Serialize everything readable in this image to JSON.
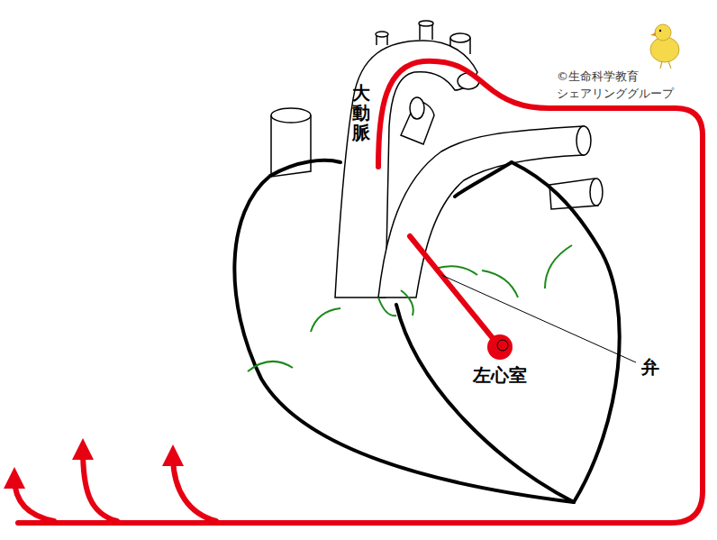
{
  "diagram": {
    "labels": [
      "大動脈",
      "左心室",
      "弁",
      "©生命科学教育 シェアリンググループ"
    ]
  }
}
